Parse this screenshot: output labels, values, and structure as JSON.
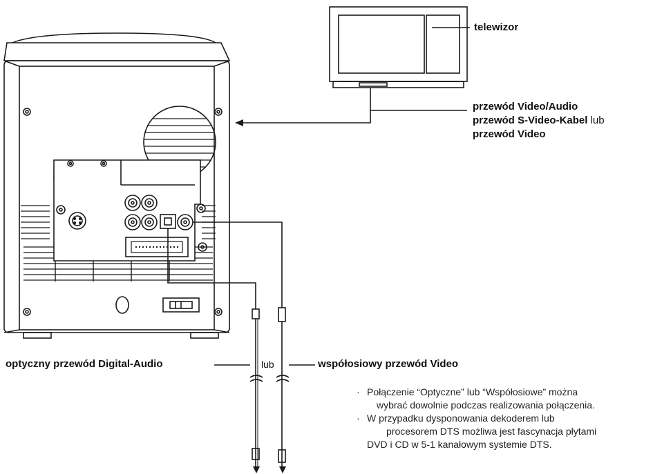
{
  "labels": {
    "tv": "telewizor",
    "cable_line1": "przewód Video/Audio",
    "cable_line2_bold": "przewód S-Video-Kabel",
    "cable_line2_tail": " lub",
    "cable_line3": "przewód Video",
    "optical": "optyczny przewód Digital-Audio",
    "or_word": "lub",
    "coaxial": "współosiowy przewód Video"
  },
  "notes": {
    "bullet": "·",
    "n1_line1": "Połączenie “Optyczne” lub “Współosiowe” można",
    "n1_line2": "wybrać dowolnie podczas realizowania połączenia.",
    "n2_line1": "W przypadku dysponowania dekoderem lub",
    "n2_line2": "procesorem DTS możliwa jest fascynacja płytami",
    "n2_line3": "DVD i CD w 5-1 kanałowym systemie DTS."
  },
  "colors": {
    "line": "#1a1a1a",
    "text": "#111111"
  }
}
